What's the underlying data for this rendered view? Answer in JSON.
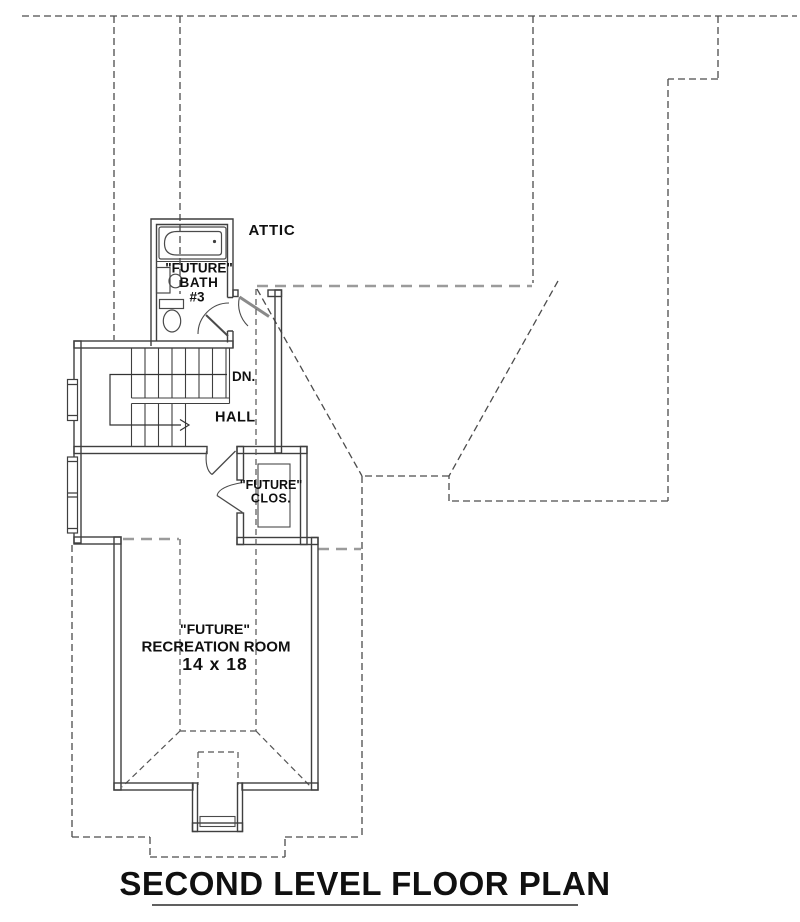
{
  "document": {
    "type": "architectural-floor-plan",
    "title": "SECOND LEVEL FLOOR PLAN"
  },
  "colors": {
    "background": "#ffffff",
    "wall_line": "#3f3f3f",
    "roof_dash": "#4c4c4c",
    "gray_dash": "#9b9b9b",
    "fixture_line": "#4a4a4a",
    "text": "#101010"
  },
  "labels": {
    "attic": "ATTIC",
    "bath_line1": "\"FUTURE\"",
    "bath_line2": "BATH",
    "bath_line3": "#3",
    "down": "DN.",
    "hall": "HALL",
    "closet_line1": "\"FUTURE\"",
    "closet_line2": "CLOS.",
    "rec_line1": "\"FUTURE\"",
    "rec_line2": "RECREATION ROOM",
    "rec_line3": "14 x 18",
    "title": "SECOND LEVEL FLOOR PLAN"
  }
}
